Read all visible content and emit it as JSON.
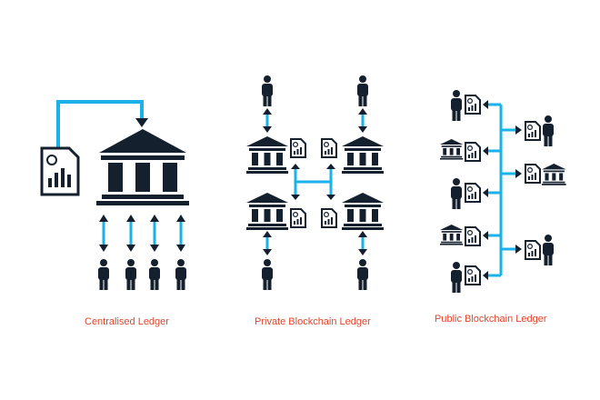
{
  "top_text": "",
  "captions": {
    "centralised": "Centralised Ledger",
    "private": "Private Blockchain Ledger",
    "public": "Public Blockchain Ledger"
  },
  "colors": {
    "navy": "#15202e",
    "cyan": "#1ab2e8",
    "caption": "#e0452b"
  },
  "icons": [
    "person-icon",
    "bank-icon",
    "document-icon",
    "arrow-icon"
  ]
}
